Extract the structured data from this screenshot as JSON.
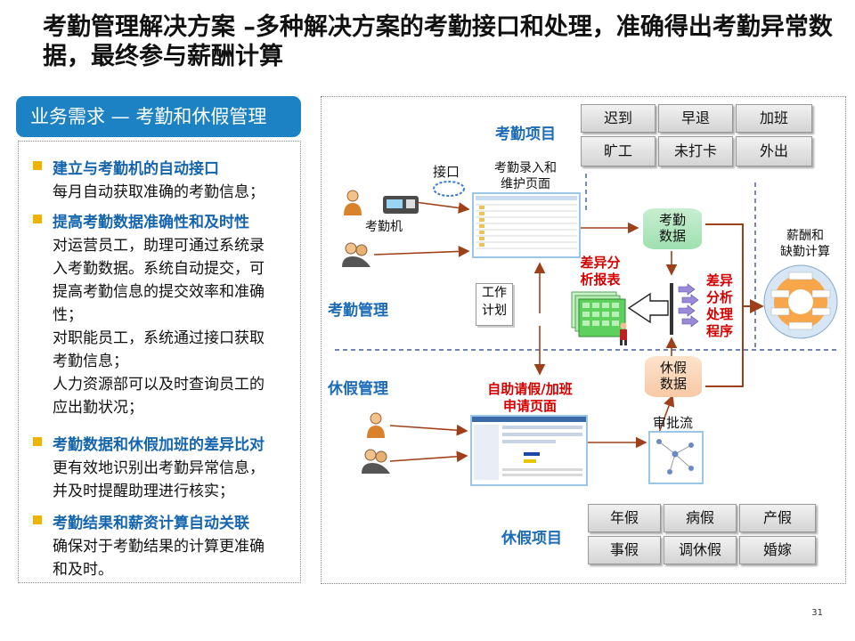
{
  "title": "考勤管理解决方案 –多种解决方案的考勤接口和处理，准确得出考勤异常数据，最终参与薪酬计算",
  "left": {
    "tab": "业务需求 — 考勤和休假管理",
    "items": [
      {
        "head": "建立与考勤机的自动接口",
        "lines": [
          "每月自动获取准确的考勤信息；"
        ]
      },
      {
        "head": "提高考勤数据准确性和及时性",
        "lines": [
          "对运营员工，助理可通过系统录",
          "入考勤数据。系统自动提交，可",
          "提高考勤信息的提交效率和准确",
          "性；",
          "对职能员工，系统通过接口获取",
          "考勤信息；",
          "人力资源部可以及时查询员工的",
          "应出勤状况；"
        ]
      },
      {
        "head": "考勤数据和休假加班的差异比对",
        "lines": [
          "更有效地识别出考勤异常信息，",
          "并及时提醒助理进行核实；"
        ]
      },
      {
        "head": "考勤结果和薪资计算自动关联",
        "lines": [
          "确保对于考勤结果的计算更准确",
          "和及时。"
        ]
      }
    ]
  },
  "diagram": {
    "attendance_items_label": "考勤项目",
    "attendance_items": [
      "迟到",
      "早退",
      "加班",
      "旷工",
      "未打卡",
      "外出"
    ],
    "interface_label": "接口",
    "entry_page_label": "考勤录入和\n维护页面",
    "clock_label": "考勤机",
    "attendance_data": "考勤\n数据",
    "diff_report": "差异分\n析报表",
    "work_plan": "工作\n计划",
    "diff_process": "差异\n分析\n处理\n程序",
    "payroll": "薪酬和\n缺勤计算",
    "attendance_mgmt": "考勤管理",
    "leave_mgmt": "休假管理",
    "self_service": "自助请假/加班\n申请页面",
    "leave_data": "休假\n数据",
    "approval_flow": "审批流",
    "leave_items_label": "休假项目",
    "leave_items": [
      "年假",
      "病假",
      "产假",
      "事假",
      "调休假",
      "婚嫁"
    ]
  },
  "page_number": "31",
  "colors": {
    "accent_blue": "#1C82C4",
    "label_blue": "#1B6BB8",
    "red": "#D40000",
    "bullet": "#F0B400",
    "arrow": "#A0401A"
  }
}
